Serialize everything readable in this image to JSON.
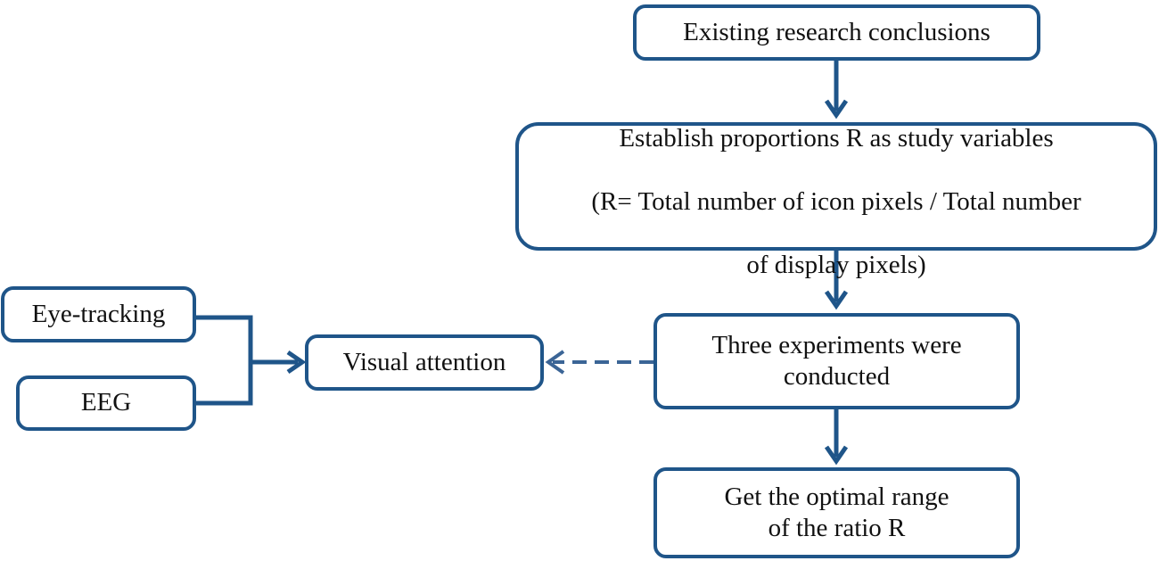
{
  "diagram": {
    "nodes": {
      "existing": "Existing research conclusions",
      "establish_line1": "Establish proportions R as study variables",
      "establish_line2": "(R= Total number of icon pixels / Total number",
      "establish_line3": "of display pixels)",
      "experiments": "Three experiments were\nconducted",
      "optimal": "Get the optimal range\nof the ratio R",
      "visual": "Visual attention",
      "eye": "Eye-tracking",
      "eeg": "EEG"
    },
    "colors": {
      "stroke": "#1f5589",
      "text": "#111111",
      "background": "#ffffff"
    }
  }
}
